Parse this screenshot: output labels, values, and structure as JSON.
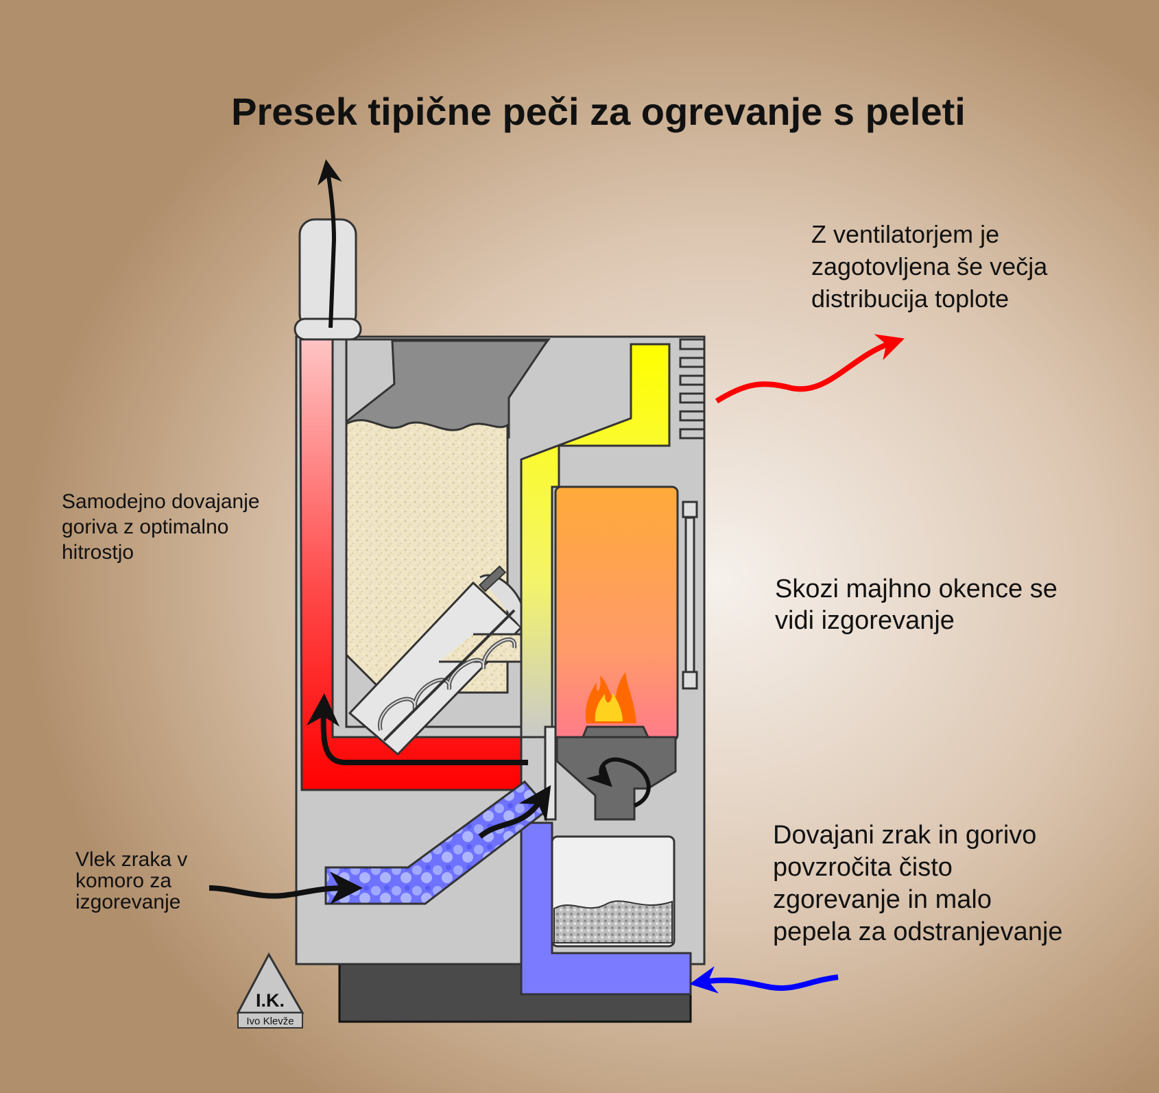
{
  "title": "Presek tipične peči za ogrevanje s peleti",
  "labels": {
    "ventilator": "Z ventilatorjem je\nzagotovljena še večja\ndistribucija toplote",
    "feeding": "Samodejno dovajanje\ngoriva z optimalno\nhitrostjo",
    "window": "Skozi majhno okence se\nvidi izgorevanje",
    "air_draft": "Vlek zraka v\nkomoro za\nizgorevanje",
    "clean_burn": "Dovajani zrak in gorivo\npovzročita čisto\nzgorevanje in malo\npepela za odstranjevanje"
  },
  "logo": {
    "initials": "I.K.",
    "author": "Ivo Klevže"
  },
  "colors": {
    "hot_channel": "#ff0000",
    "warm_air": "#ffff00",
    "cold_air": "#7b7bff",
    "outbound_arrow": "#ff0000",
    "inbound_arrow": "#0000ff"
  }
}
